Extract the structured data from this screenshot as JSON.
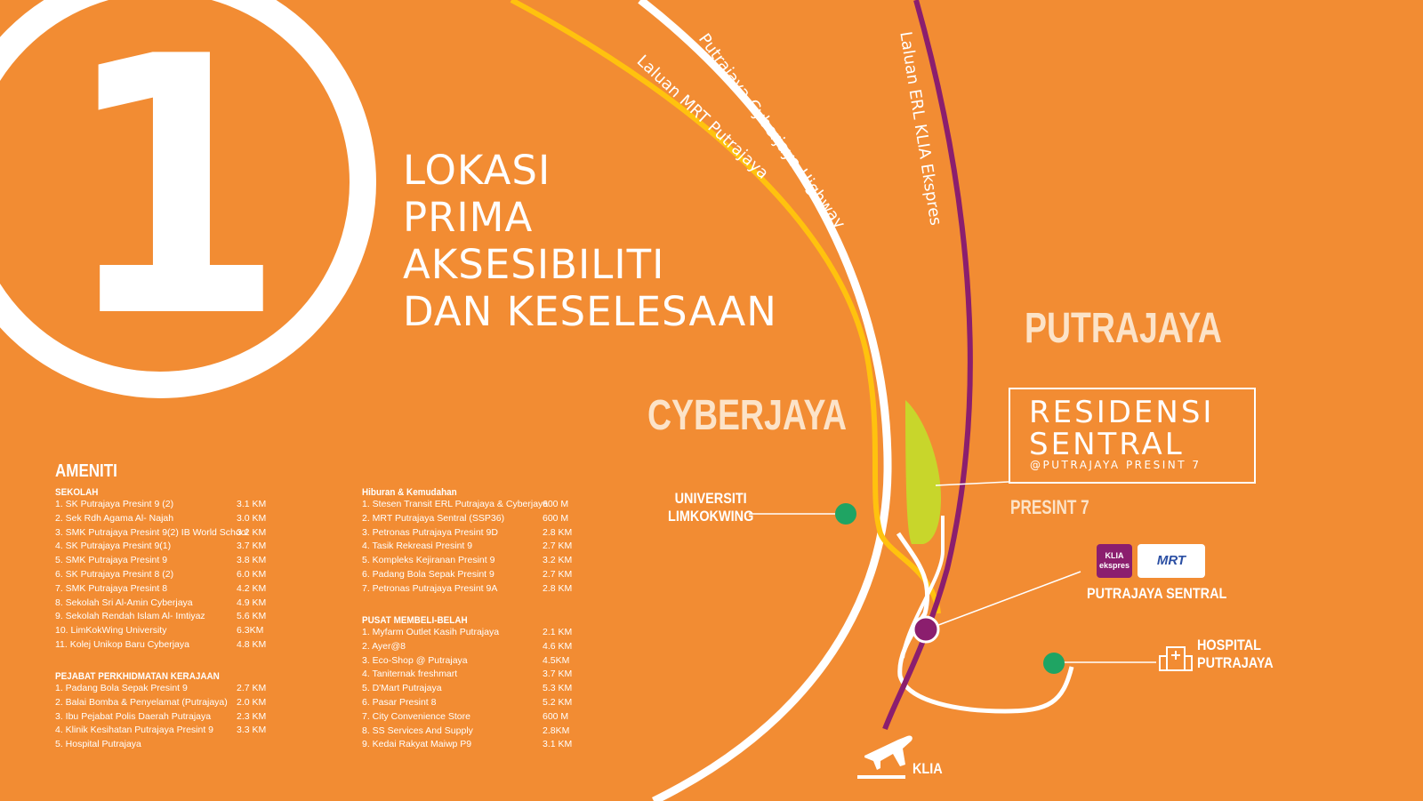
{
  "big_number": "1",
  "headline": [
    "LOKASI",
    "PRIMA",
    "AKSESIBILITI",
    "DAN KESELESAAN"
  ],
  "roads": {
    "mrt": "Laluan MRT Putrajaya",
    "highway": "Putrajaya-Cyberjaya Highway",
    "erl": "Laluan ERL KLIA Ekspres"
  },
  "places": {
    "cyberjaya": "CYBERJAYA",
    "putrajaya": "PUTRAJAYA",
    "presint": "PRESINT 7",
    "uni_line1": "UNIVERSITI",
    "uni_line2": "LIMKOKWING",
    "sentral": "PUTRAJAYA SENTRAL",
    "hosp_line1": "HOSPITAL",
    "hosp_line2": "PUTRAJAYA",
    "klia": "KLIA"
  },
  "residence": {
    "line1": "RESIDENSI",
    "line2": "SENTRAL",
    "sub": "@PUTRAJAYA PRESINT 7"
  },
  "logos": {
    "klia_top": "KLIA",
    "klia_bottom": "ekspres",
    "mrt": "MRT"
  },
  "amenities": {
    "title": "AMENITI",
    "sekolah": {
      "title": "SEKOLAH",
      "items": [
        {
          "name": "1. SK Putrajaya Presint 9 (2)",
          "dist": "3.1 KM"
        },
        {
          "name": "2. Sek Rdh Agama Al- Najah",
          "dist": "3.0 KM"
        },
        {
          "name": "3. SMK Putrajaya Presint 9(2) IB World School",
          "dist": "3.2 KM"
        },
        {
          "name": "4. SK Putrajaya Presint 9(1)",
          "dist": "3.7 KM"
        },
        {
          "name": "5. SMK Putrajaya Presint 9",
          "dist": "3.8 KM"
        },
        {
          "name": "6. SK Putrajaya Presint 8 (2)",
          "dist": "6.0 KM"
        },
        {
          "name": "7. SMK Putrajaya Presint 8",
          "dist": "4.2 KM"
        },
        {
          "name": "8. Sekolah Sri Al-Amin Cyberjaya",
          "dist": "4.9 KM"
        },
        {
          "name": "9. Sekolah Rendah Islam Al- Imtiyaz",
          "dist": "5.6 KM"
        },
        {
          "name": "10. LimKokWing University",
          "dist": "6.3KM"
        },
        {
          "name": "11. Kolej Unikop Baru Cyberjaya",
          "dist": "4.8 KM"
        }
      ]
    },
    "pejabat": {
      "title": "PEJABAT PERKHIDMATAN KERAJAAN",
      "items": [
        {
          "name": "1. Padang Bola Sepak Presint 9",
          "dist": "2.7 KM"
        },
        {
          "name": "2. Balai Bomba & Penyelamat (Putrajaya)",
          "dist": "2.0 KM"
        },
        {
          "name": "3. Ibu Pejabat Polis Daerah Putrajaya",
          "dist": "2.3 KM"
        },
        {
          "name": "4. Klinik Kesihatan Putrajaya Presint 9",
          "dist": "3.3 KM"
        },
        {
          "name": "5. Hospital Putrajaya",
          "dist": ""
        }
      ]
    },
    "hiburan": {
      "title": "Hiburan & Kemudahan",
      "items": [
        {
          "name": "1. Stesen Transit ERL Putrajaya & Cyberjaya",
          "dist": "600 M"
        },
        {
          "name": "2. MRT Putrajaya Sentral (SSP36)",
          "dist": "600 M"
        },
        {
          "name": "3. Petronas Putrajaya Presint 9D",
          "dist": "2.8 KM"
        },
        {
          "name": "4. Tasik Rekreasi Presint 9",
          "dist": "2.7 KM"
        },
        {
          "name": "5. Kompleks Kejiranan Presint 9",
          "dist": "3.2 KM"
        },
        {
          "name": "6. Padang Bola Sepak Presint 9",
          "dist": "2.7 KM"
        },
        {
          "name": "7. Petronas Putrajaya Presint 9A",
          "dist": "2.8 KM"
        }
      ]
    },
    "membeli": {
      "title": "PUSAT MEMBELI-BELAH",
      "items": [
        {
          "name": "1. Myfarm Outlet Kasih Putrajaya",
          "dist": "2.1 KM"
        },
        {
          "name": "2. Ayer@8",
          "dist": "4.6 KM"
        },
        {
          "name": "3. Eco-Shop @ Putrajaya",
          "dist": "4.5KM"
        },
        {
          "name": "4. Taniternak freshmart",
          "dist": "3.7 KM"
        },
        {
          "name": "5. D'Mart Putrajaya",
          "dist": "5.3 KM"
        },
        {
          "name": "6. Pasar Presint 8",
          "dist": "5.2 KM"
        },
        {
          "name": "7. City Convenience Store",
          "dist": "600 M"
        },
        {
          "name": "8. SS Services And Supply",
          "dist": "2.8KM"
        },
        {
          "name": "9. Kedai Rakyat Maiwp P9",
          "dist": "3.1 KM"
        }
      ]
    }
  },
  "colors": {
    "background": "#F28C33",
    "mrt_line": "#FFC20E",
    "erl_line": "#8B1E6E",
    "site": "#C8D62B",
    "marker_green": "#1FA463",
    "city_text": "#FCE3C8"
  }
}
